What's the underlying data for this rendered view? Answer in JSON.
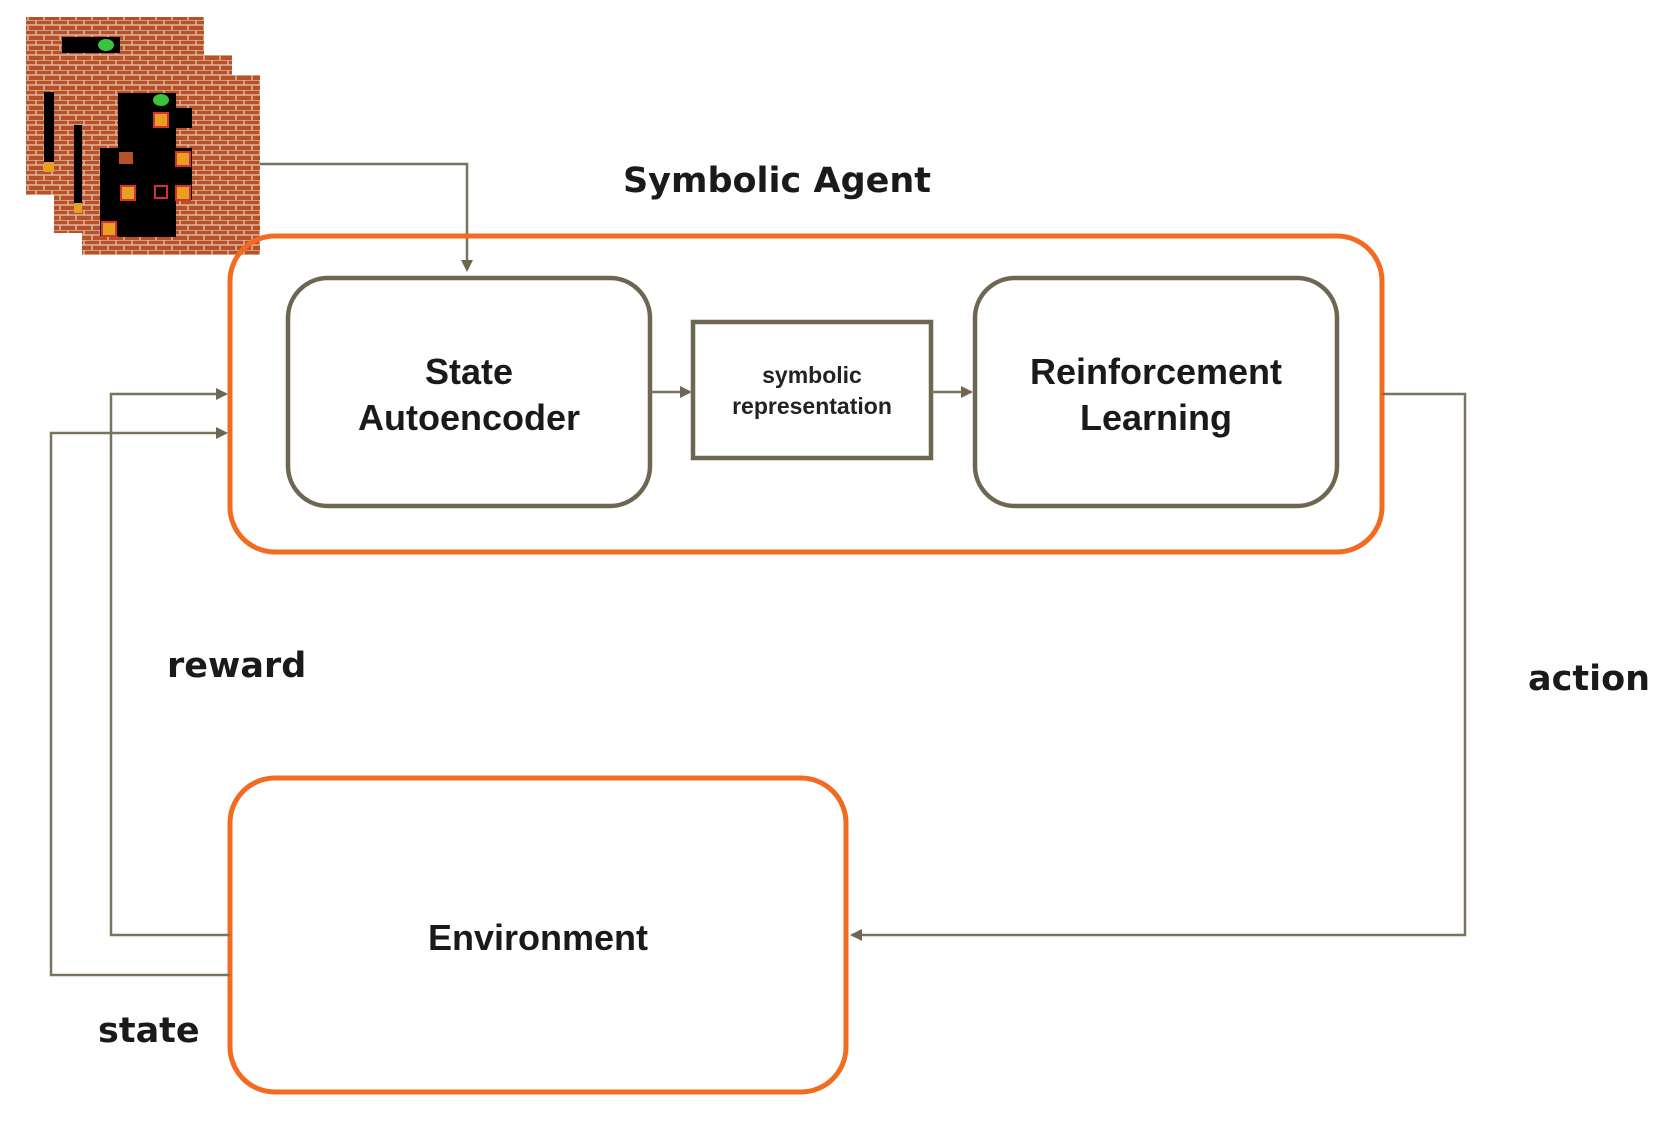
{
  "title": "Symbolic Agent",
  "boxes": {
    "state_autoencoder": {
      "line1": "State",
      "line2": "Autoencoder"
    },
    "symbolic_representation": {
      "line1": "symbolic",
      "line2": "representation"
    },
    "reinforcement_learning": {
      "line1": "Reinforcement",
      "line2": "Learning"
    },
    "environment": {
      "label": "Environment"
    }
  },
  "edge_labels": {
    "reward": "reward",
    "action": "action",
    "state": "state"
  },
  "colors": {
    "agent_border": "#f26b21",
    "box_border": "#6e6650",
    "arrow": "#7a735c",
    "brick": "#b8502a",
    "mortar": "#d9c0a8",
    "floor": "#000000",
    "player": "#3cc23c",
    "box": "#e8a020",
    "goal": "#d63030"
  }
}
